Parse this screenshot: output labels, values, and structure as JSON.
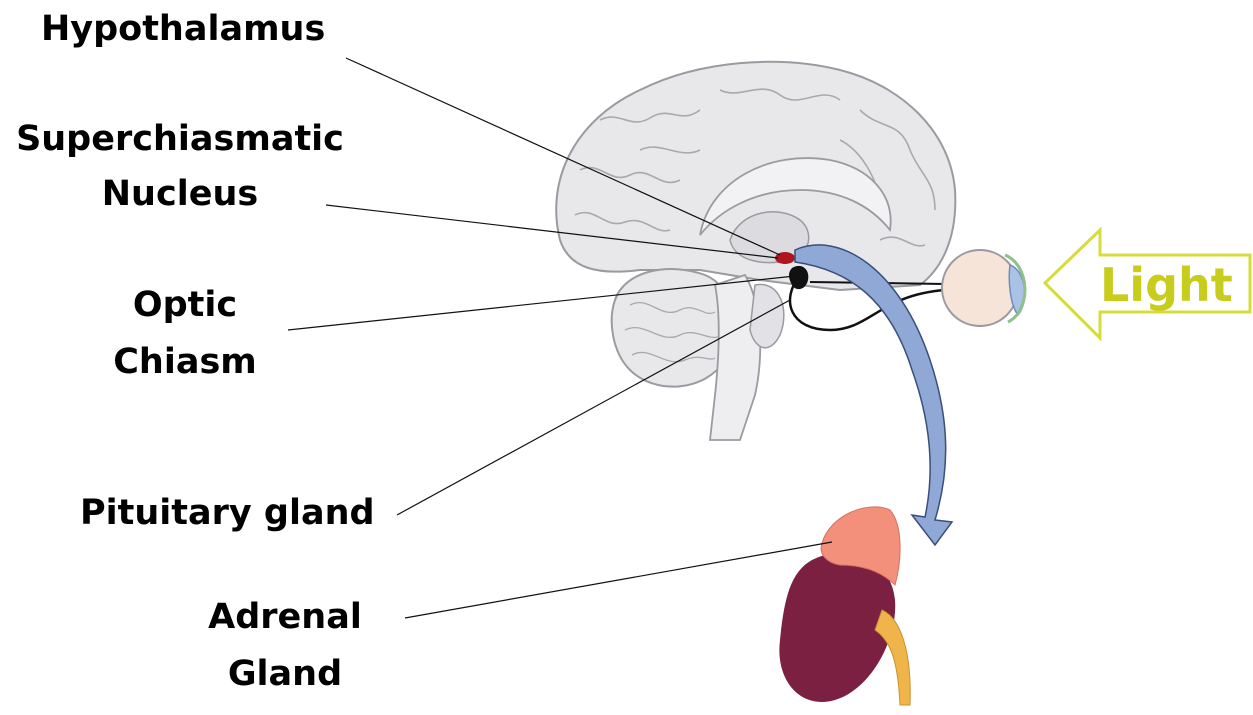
{
  "labels": {
    "hypothalamus": "Hypothalamus",
    "scn_line1": "Superchiasmatic",
    "scn_line2": "Nucleus",
    "optic_line1": "Optic",
    "optic_line2": "Chiasm",
    "pituitary": "Pituitary gland",
    "adrenal_line1": "Adrenal",
    "adrenal_line2": "Gland",
    "light": "Light"
  },
  "colors": {
    "brain_fill": "#e8e8ea",
    "brain_stroke": "#9a9aa0",
    "scn": "#b0141c",
    "optic_chiasm": "#111111",
    "hormone_arrow": "#8fa8d6",
    "eye_fill": "#f6e4d8",
    "iris": "#a9c2e6",
    "light_arrow_stroke": "#d7dc3a",
    "light_text": "#c8cc1c",
    "adrenal": "#f2907c",
    "kidney": "#7b2040",
    "ureter": "#f0b54a"
  }
}
